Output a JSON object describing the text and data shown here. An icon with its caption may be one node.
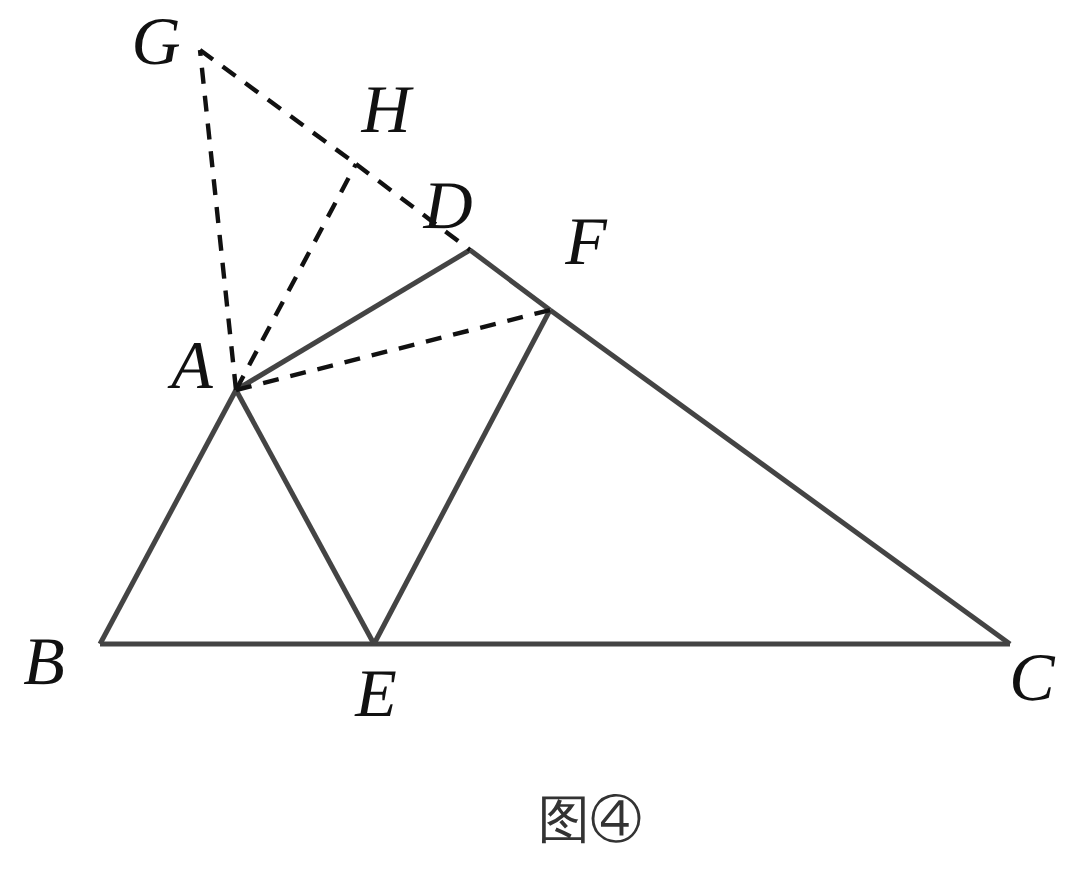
{
  "diagram": {
    "caption": "图④",
    "nodes": [
      {
        "text": [
          "G"
        ]
      },
      {
        "text": [
          "H"
        ]
      },
      {
        "text": [
          "D"
        ]
      },
      {
        "text": [
          "F"
        ]
      },
      {
        "text": [
          "A"
        ]
      },
      {
        "text": [
          "B"
        ]
      },
      {
        "text": [
          "E"
        ]
      },
      {
        "text": [
          "C"
        ]
      }
    ],
    "edges": [
      {
        "from": 5,
        "to": 7,
        "arrow": "none"
      },
      {
        "from": 5,
        "to": 4,
        "arrow": "none"
      },
      {
        "from": 4,
        "to": 6,
        "arrow": "none"
      },
      {
        "from": 4,
        "to": 2,
        "arrow": "none"
      },
      {
        "from": 2,
        "to": 3,
        "arrow": "none"
      },
      {
        "from": 3,
        "to": 7,
        "arrow": "none"
      },
      {
        "from": 6,
        "to": 3,
        "arrow": "none"
      },
      {
        "from": 4,
        "to": 3,
        "arrow": "none",
        "style": "dashed"
      },
      {
        "from": 4,
        "to": 0,
        "arrow": "none",
        "style": "dashed"
      },
      {
        "from": 4,
        "to": 1,
        "arrow": "none",
        "style": "dashed"
      },
      {
        "from": 0,
        "to": 1,
        "arrow": "none",
        "style": "dashed"
      },
      {
        "from": 1,
        "to": 2,
        "arrow": "none",
        "style": "dashed"
      }
    ]
  }
}
